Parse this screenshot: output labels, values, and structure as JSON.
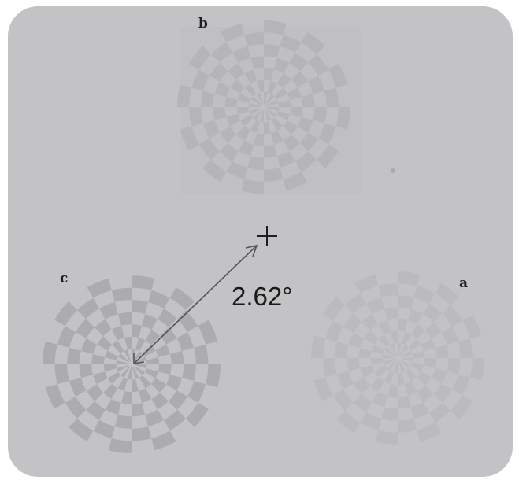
{
  "labels": {
    "a": "a",
    "b": "b",
    "c": "c"
  },
  "eccentricity_label": "2.62°",
  "fixation_symbol": "+",
  "colors": {
    "background": "#c3c3c5",
    "stimulus_c": "#acacae",
    "stimulus_b": "#b5b5b7",
    "stimulus_a": "#bbbbbd",
    "arrow": "#555555",
    "text": "#1a1a1a"
  },
  "stimulus_pattern": {
    "rings": 7,
    "sectors": 24
  },
  "stimuli": [
    {
      "id": "b",
      "contrast": "medium"
    },
    {
      "id": "c",
      "contrast": "high"
    },
    {
      "id": "a",
      "contrast": "low"
    }
  ]
}
